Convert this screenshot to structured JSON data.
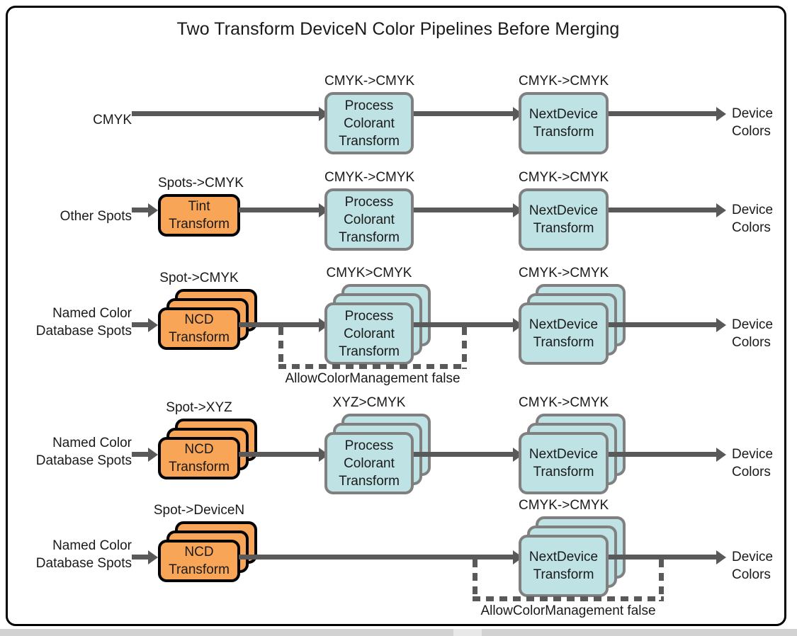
{
  "title": "Two Transform DeviceN Color Pipelines Before Merging",
  "colors": {
    "process_box_fill": "#bfe2e4",
    "process_box_border": "#808080",
    "ncd_box_fill": "#f9a557",
    "ncd_box_border": "#000000",
    "arrow": "#595959",
    "frame_border": "#000000",
    "text": "#1a1a1a"
  },
  "output_label": {
    "line1": "Device",
    "line2": "Colors"
  },
  "rows": [
    {
      "source": {
        "line1": "CMYK",
        "line2": ""
      },
      "first_stage": null,
      "process": {
        "top_label": "CMYK->CMYK",
        "line1": "Process",
        "line2": "Colorant",
        "line3": "Transform",
        "stacked": false
      },
      "next_device": {
        "top_label": "CMYK->CMYK",
        "line1": "NextDevice",
        "line2": "Transform",
        "stacked": false
      },
      "bypass": null
    },
    {
      "source": {
        "line1": "Other Spots",
        "line2": ""
      },
      "first_stage": {
        "top_label": "Spots->CMYK",
        "line1": "Tint",
        "line2": "Transform",
        "stacked": false
      },
      "process": {
        "top_label": "CMYK->CMYK",
        "line1": "Process",
        "line2": "Colorant",
        "line3": "Transform",
        "stacked": false
      },
      "next_device": {
        "top_label": "CMYK->CMYK",
        "line1": "NextDevice",
        "line2": "Transform",
        "stacked": false
      },
      "bypass": null
    },
    {
      "source": {
        "line1": "Named Color",
        "line2": "Database Spots"
      },
      "first_stage": {
        "top_label": "Spot->CMYK",
        "line1": "NCD",
        "line2": "Transform",
        "stacked": true
      },
      "process": {
        "top_label": "CMYK>CMYK",
        "line1": "Process",
        "line2": "Colorant",
        "line3": "Transform",
        "stacked": true
      },
      "next_device": {
        "top_label": "CMYK->CMYK",
        "line1": "NextDevice",
        "line2": "Transform",
        "stacked": true
      },
      "bypass": {
        "label": "AllowColorManagement false",
        "target": "process"
      }
    },
    {
      "source": {
        "line1": "Named Color",
        "line2": "Database Spots"
      },
      "first_stage": {
        "top_label": "Spot->XYZ",
        "line1": "NCD",
        "line2": "Transform",
        "stacked": true
      },
      "process": {
        "top_label": "XYZ>CMYK",
        "line1": "Process",
        "line2": "Colorant",
        "line3": "Transform",
        "stacked": true
      },
      "next_device": {
        "top_label": "CMYK->CMYK",
        "line1": "NextDevice",
        "line2": "Transform",
        "stacked": true
      },
      "bypass": null
    },
    {
      "source": {
        "line1": "Named Color",
        "line2": "Database Spots"
      },
      "first_stage": {
        "top_label": "Spot->DeviceN",
        "line1": "NCD",
        "line2": "Transform",
        "stacked": true
      },
      "process": null,
      "next_device": {
        "top_label": "CMYK->CMYK",
        "line1": "NextDevice",
        "line2": "Transform",
        "stacked": true
      },
      "bypass": {
        "label": "AllowColorManagement false",
        "target": "next_device"
      }
    }
  ]
}
